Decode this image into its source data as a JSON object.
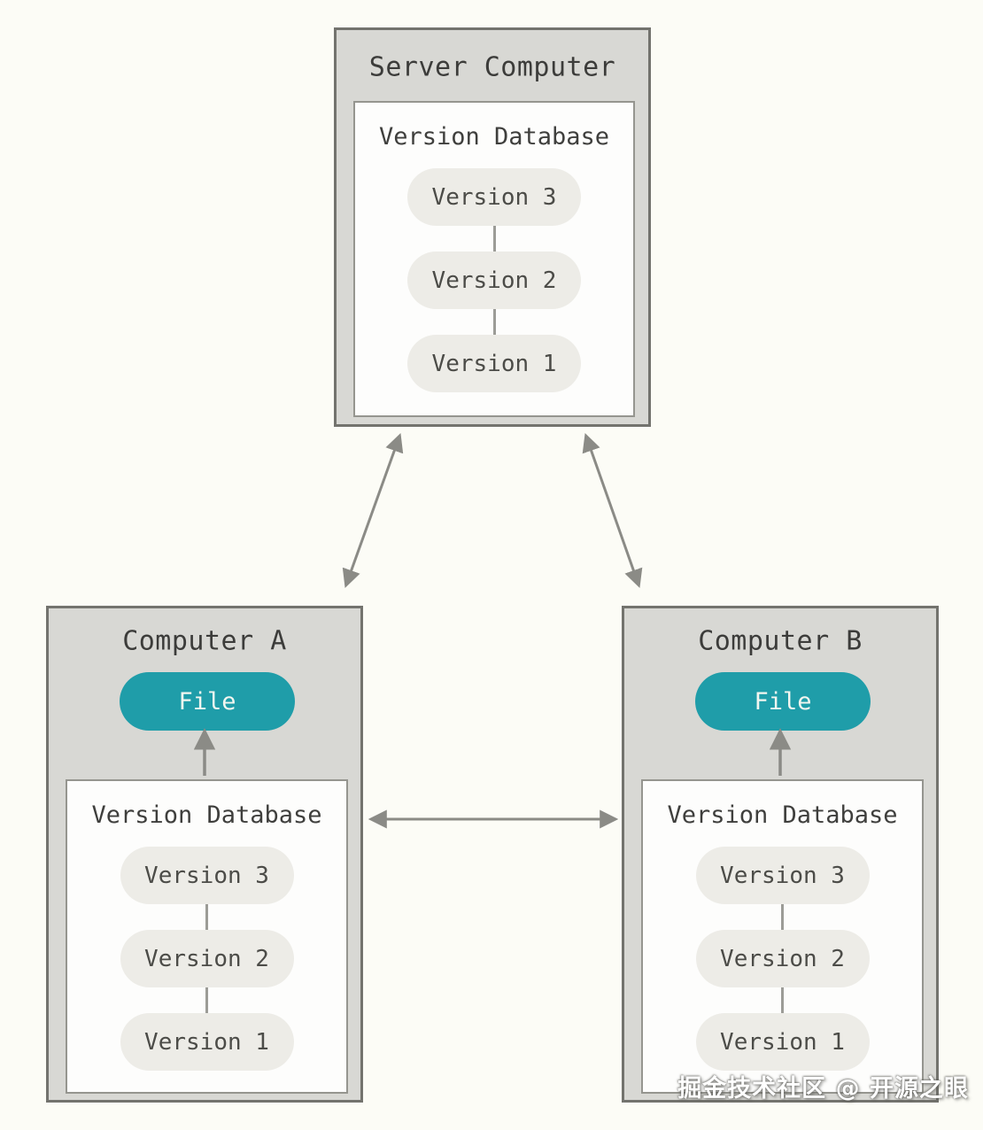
{
  "colors": {
    "accent_teal": "#1f9da9",
    "panel_gray": "#d8d8d4",
    "panel_border": "#73736e",
    "arrow_gray": "#8b8b86",
    "pill_gray": "#edece7",
    "background": "#fcfcf6"
  },
  "server": {
    "title": "Server Computer",
    "database_label": "Version Database",
    "versions": [
      "Version 3",
      "Version 2",
      "Version 1"
    ]
  },
  "computer_a": {
    "title": "Computer A",
    "file_label": "File",
    "database_label": "Version Database",
    "versions": [
      "Version 3",
      "Version 2",
      "Version 1"
    ]
  },
  "computer_b": {
    "title": "Computer B",
    "file_label": "File",
    "database_label": "Version Database",
    "versions": [
      "Version 3",
      "Version 2",
      "Version 1"
    ]
  },
  "watermark": "掘金技术社区 @ 开源之眼"
}
